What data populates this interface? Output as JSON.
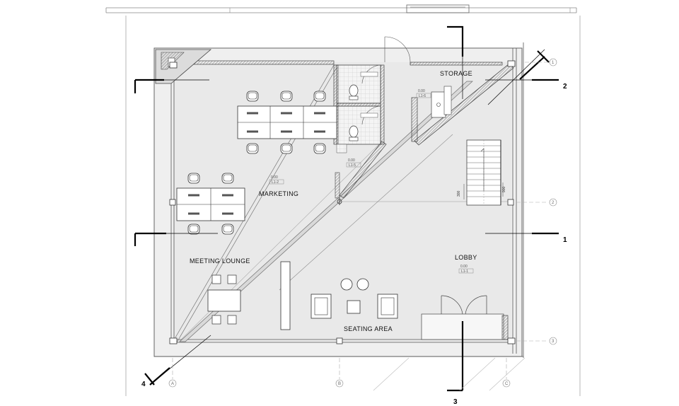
{
  "rooms": {
    "storage": "STORAGE",
    "marketing": "MARKETING",
    "meeting_lounge": "MEETING LOUNGE",
    "lobby": "LOBBY",
    "seating_area": "SEATING AREA"
  },
  "level_tags": {
    "storage": {
      "elev": "0.00",
      "ref": "L1-6"
    },
    "marketing": {
      "elev": "0.00",
      "ref": "L1-2"
    },
    "restroom": {
      "elev": "0.00",
      "ref": "L1-5"
    },
    "lobby": {
      "elev": "0.00",
      "ref": "L1-1"
    }
  },
  "section_markers": {
    "s1": "1",
    "s2": "2",
    "s3": "3",
    "s4": "4"
  },
  "grid_bubbles": {
    "g1": "1",
    "g2": "2",
    "g3": "3",
    "gA": "A",
    "gB": "B",
    "gC": "C"
  },
  "stair_dims": {
    "left": "300",
    "right": "900"
  }
}
